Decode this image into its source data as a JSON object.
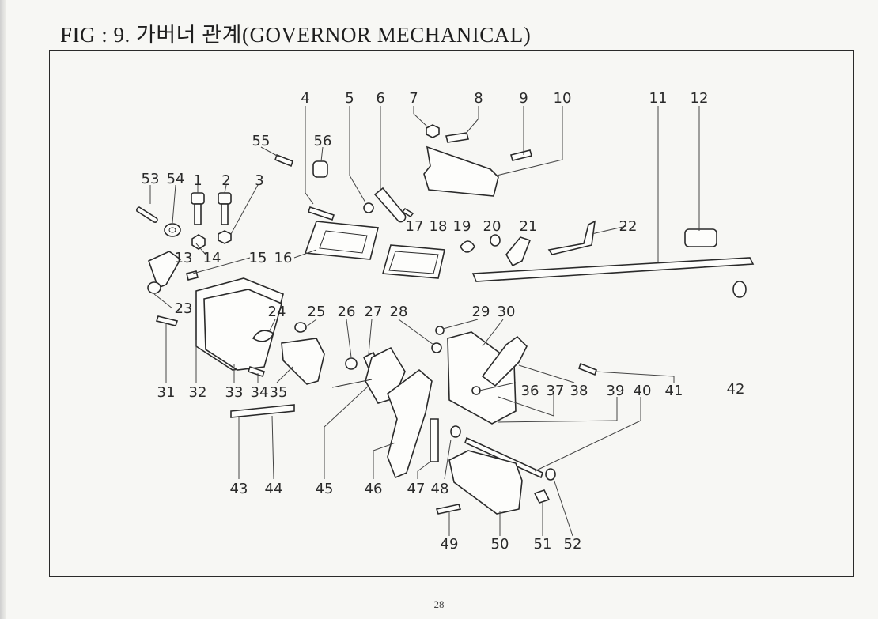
{
  "title": "FIG : 9. 가버너 관계(GOVERNOR MECHANICAL)",
  "page_number": "28",
  "callouts": [
    "1",
    "2",
    "3",
    "4",
    "5",
    "6",
    "7",
    "8",
    "9",
    "10",
    "11",
    "12",
    "13",
    "14",
    "15",
    "16",
    "17",
    "18",
    "19",
    "20",
    "21",
    "22",
    "23",
    "24",
    "25",
    "26",
    "27",
    "28",
    "29",
    "30",
    "31",
    "32",
    "33",
    "34",
    "35",
    "36",
    "37",
    "38",
    "39",
    "40",
    "41",
    "42",
    "43",
    "44",
    "45",
    "46",
    "47",
    "48",
    "49",
    "50",
    "51",
    "52",
    "53",
    "54",
    "55",
    "56"
  ]
}
